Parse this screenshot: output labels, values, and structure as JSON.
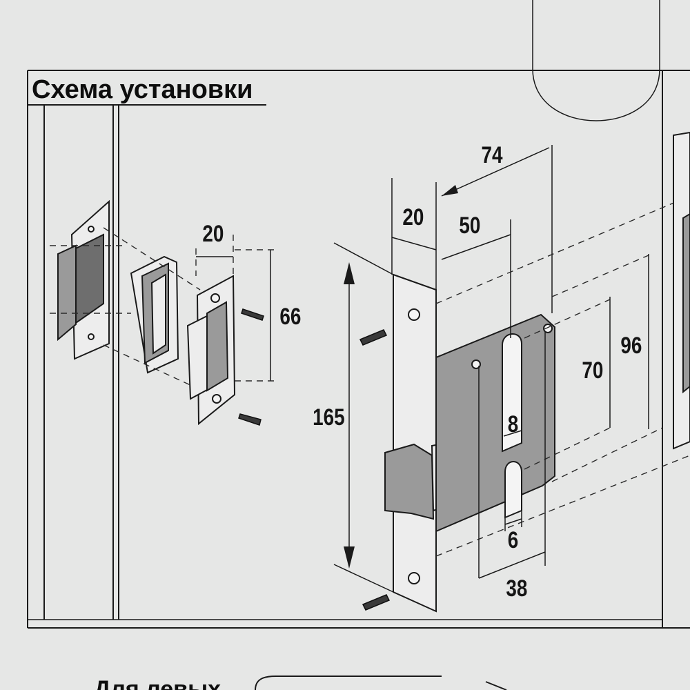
{
  "title": "Схема установки",
  "dimensions": {
    "strike_width": "20",
    "strike_height": "66",
    "lock_length": "165",
    "faceplate_width": "20",
    "backset": "50",
    "body_depth": "74",
    "spindle_to_cylinder": "70",
    "body_height": "96",
    "spindle_square": "8",
    "cylinder_slot": "6",
    "hole_spacing": "38"
  },
  "footer": {
    "text": "Для левых"
  }
}
